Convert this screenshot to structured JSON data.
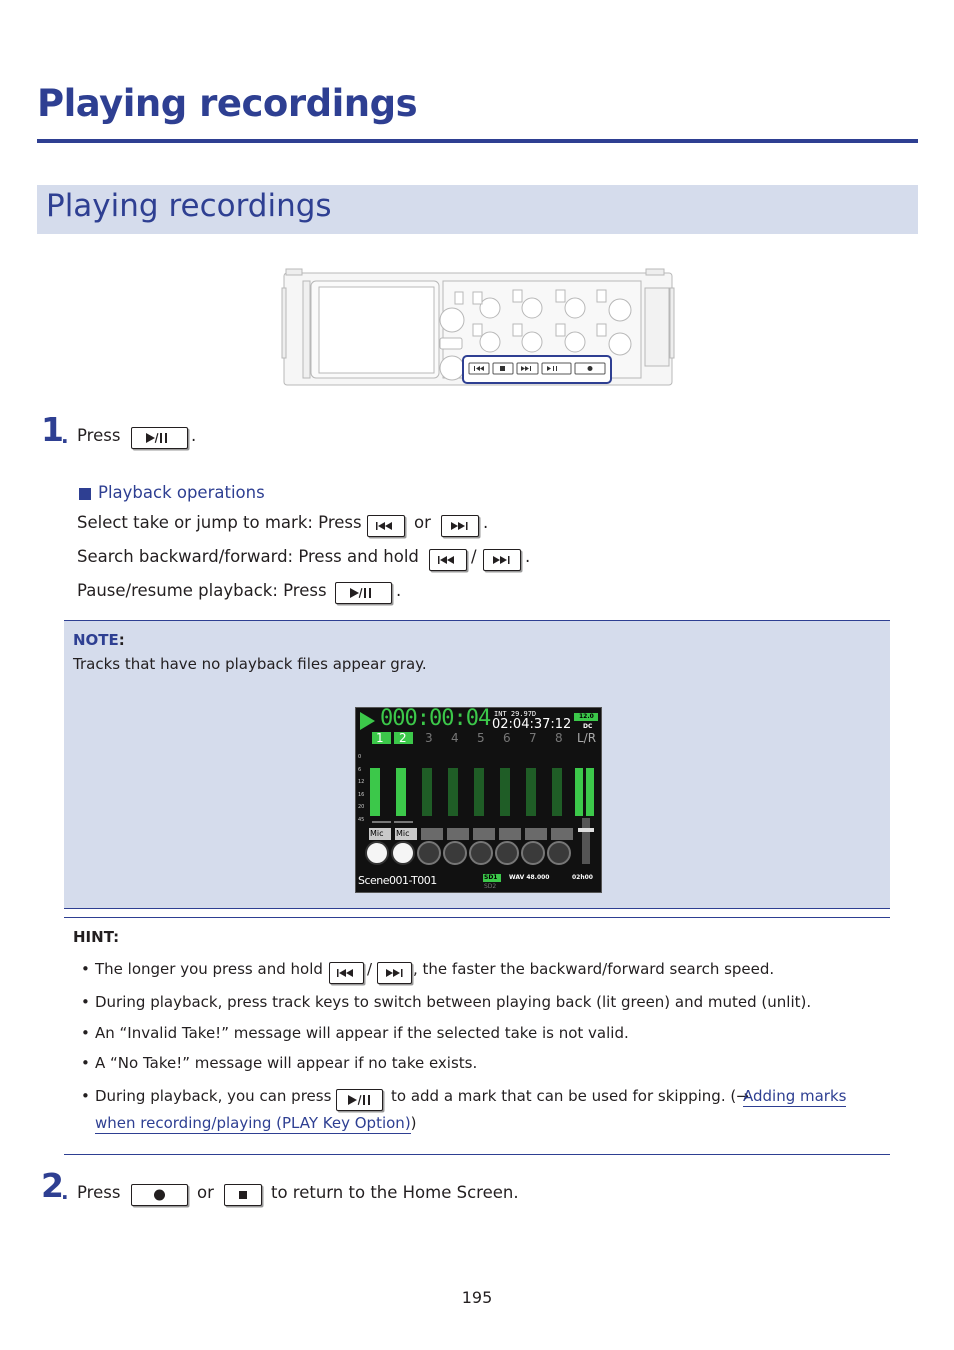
{
  "title": "Playing recordings",
  "section_title": "Playing recordings",
  "step1": {
    "number": "1",
    "press": "Press",
    "end": ".",
    "ops_heading": "Playback operations",
    "op1_text": "Select take or jump to mark: Press",
    "op1_or": "or",
    "op1_end": ".",
    "op2_text": "Search backward/forward: Press and hold",
    "op2_slash": "/",
    "op2_end": ".",
    "op3_text": "Pause/resume playback: Press",
    "op3_end": "."
  },
  "note": {
    "label": "NOTE",
    "colon": ":",
    "text": "Tracks that have no playback files appear gray."
  },
  "screen": {
    "timecode": "000:00:04",
    "int_label": "INT 29.97D",
    "clock": "02:04:37:12",
    "battery": "12.0",
    "power": "DC",
    "tracks": [
      "1",
      "2",
      "3",
      "4",
      "5",
      "6",
      "7",
      "8",
      "L/R"
    ],
    "scale": [
      "0",
      "6",
      "12",
      "16",
      "20",
      "45"
    ],
    "mic_label": "Mic",
    "scene": "Scene001-T001",
    "sd1": "SD1",
    "sd2": "SD2",
    "format": "WAV 48.000",
    "time_right": "02h00"
  },
  "hint": {
    "label": "HINT:",
    "b1_a": "The longer you press and hold",
    "b1_slash": "/",
    "b1_b": ", the faster the backward/forward search speed.",
    "b2": "During playback, press track keys to switch between playing back (lit green) and muted (unlit).",
    "b3": "An “Invalid Take!” message will appear if the selected take is not valid.",
    "b4": "A “No Take!” message will appear if no take exists.",
    "b5_a": "During playback, you can press",
    "b5_b": "to add a mark that can be used for skipping. (→",
    "b5_link1": "Adding marks",
    "b5_link2": "when recording/playing (PLAY Key Option)",
    "b5_end": ")"
  },
  "step2": {
    "number": "2",
    "press": "Press",
    "or": "or",
    "end": "to return to the Home Screen."
  },
  "page_number": "195",
  "colors": {
    "accent": "#2e3f92",
    "box": "#d5dcec",
    "meter_green": "#3cc84a"
  }
}
